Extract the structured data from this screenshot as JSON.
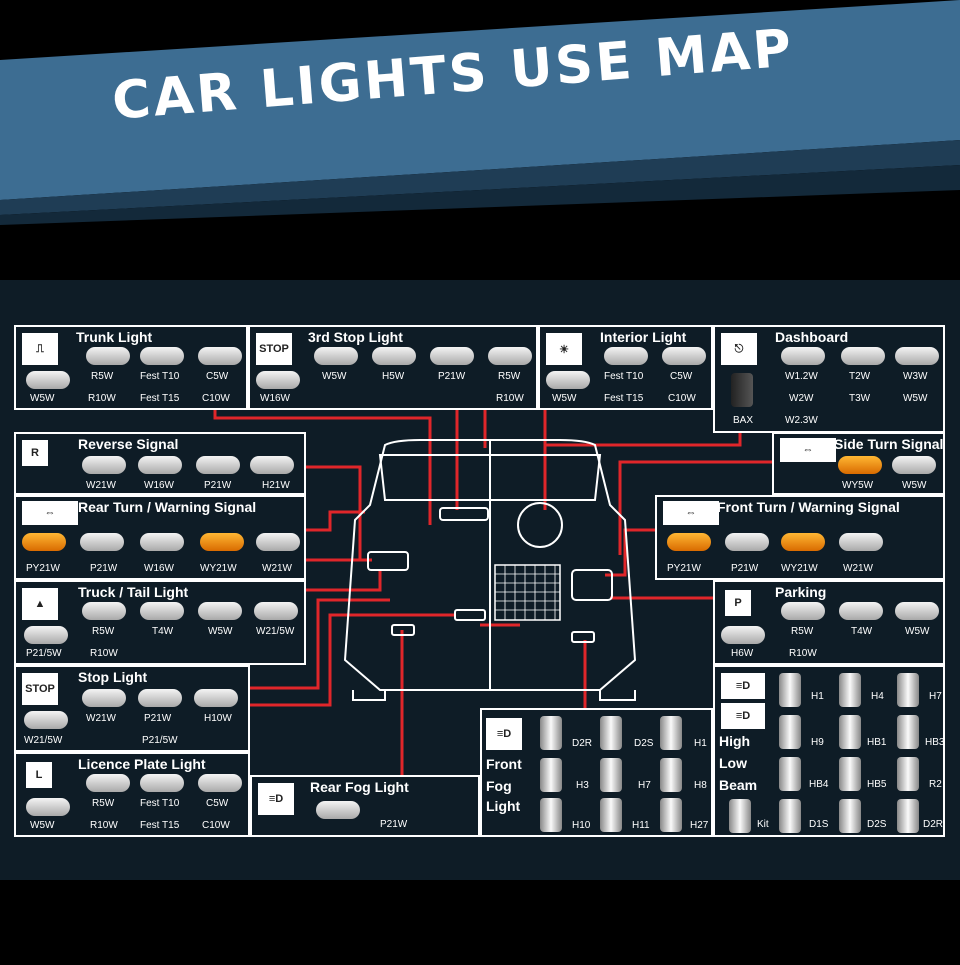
{
  "title": "CAR LIGHTS USE MAP",
  "panels": {
    "trunk": {
      "title": "Trunk Light",
      "labels": [
        "W5W",
        "R5W",
        "R10W",
        "Fest T10",
        "Fest T15",
        "C5W",
        "C10W"
      ]
    },
    "stop3": {
      "title": "3rd Stop Light",
      "labels": [
        "W16W",
        "W5W",
        "H5W",
        "P21W",
        "R5W",
        "R10W"
      ]
    },
    "interior": {
      "title": "Interior Light",
      "labels": [
        "W5W",
        "Fest T10",
        "Fest T15",
        "C5W",
        "C10W"
      ]
    },
    "dashboard": {
      "title": "Dashboard",
      "labels": [
        "BAX",
        "W1.2W",
        "W2W",
        "W2.3W",
        "T2W",
        "T3W",
        "W3W",
        "W5W"
      ]
    },
    "reverse": {
      "title": "Reverse Signal",
      "symbol": "R",
      "labels": [
        "W21W",
        "W16W",
        "P21W",
        "H21W"
      ]
    },
    "sideturn": {
      "title": "Side Turn Signal",
      "labels": [
        "WY5W",
        "W5W"
      ]
    },
    "rearturn": {
      "title": "Rear Turn / Warning Signal",
      "labels": [
        "PY21W",
        "P21W",
        "W16W",
        "WY21W",
        "W21W"
      ]
    },
    "frontturn": {
      "title": "Front Turn / Warning Signal",
      "labels": [
        "PY21W",
        "P21W",
        "WY21W",
        "W21W"
      ]
    },
    "truck": {
      "title": "Truck / Tail Light",
      "labels": [
        "P21/5W",
        "R5W",
        "R10W",
        "T4W",
        "W5W",
        "W21/5W"
      ]
    },
    "parking": {
      "title": "Parking",
      "symbol": "P",
      "labels": [
        "H6W",
        "R5W",
        "R10W",
        "T4W",
        "W5W"
      ]
    },
    "stop": {
      "title": "Stop Light",
      "symbol": "STOP",
      "labels": [
        "W21/5W",
        "W21W",
        "P21W",
        "P21/5W",
        "H10W"
      ]
    },
    "licence": {
      "title": "Licence Plate Light",
      "symbol": "L",
      "labels": [
        "W5W",
        "R5W",
        "R10W",
        "Fest T10",
        "Fest T15",
        "C5W",
        "C10W"
      ]
    },
    "rearfog": {
      "title": "Rear Fog Light",
      "labels": [
        "P21W"
      ]
    },
    "frontfog": {
      "title_lines": [
        "Front",
        "Fog",
        "Light"
      ],
      "labels": [
        "D2R",
        "D2S",
        "H1",
        "H3",
        "H7",
        "H8",
        "H10",
        "H11",
        "H27"
      ]
    },
    "beam": {
      "title_lines": [
        "High",
        "Low",
        "Beam"
      ],
      "labels": [
        "H1",
        "H4",
        "H7",
        "H9",
        "HB1",
        "HB3",
        "HB4",
        "HB5",
        "R2",
        "Kit",
        "D1S",
        "D2S",
        "D2R"
      ]
    }
  },
  "colors": {
    "banner": "#3d6d92",
    "panel": "#0e1c26",
    "wire": "#e0262a",
    "amber": "#e98a12"
  }
}
